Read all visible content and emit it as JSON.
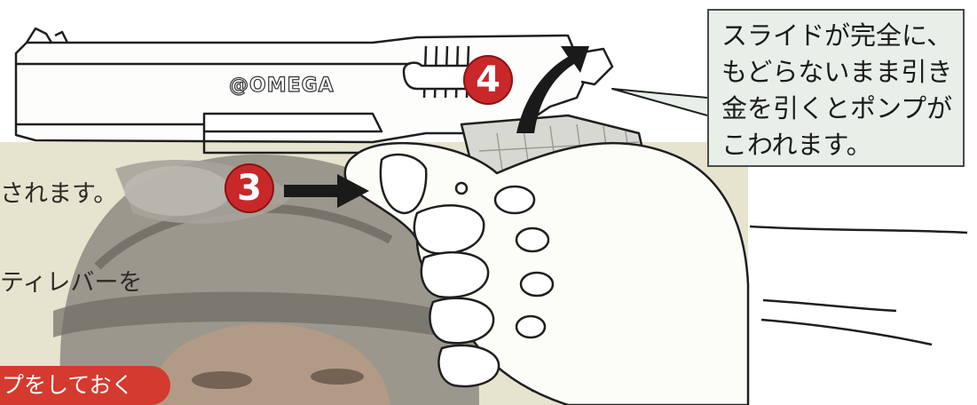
{
  "callout": {
    "lines": [
      "スライドが完全に、",
      "もどらないまま引き",
      "金を引くとポンプが",
      "こわれます。"
    ]
  },
  "pistol": {
    "brand": "@OMEGA"
  },
  "steps": {
    "three": "3",
    "four": "4"
  },
  "panel": {
    "line1": "されます。",
    "line2": "ティレバーを",
    "pill": "プをしておく"
  },
  "colors": {
    "badge": "#c8282a",
    "pill": "#d43a2e",
    "panel": "#e6e3cf",
    "callout_bg": "#e7efe8"
  }
}
